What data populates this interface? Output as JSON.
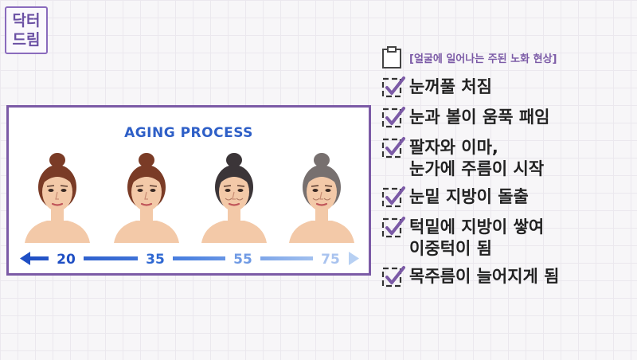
{
  "logo": {
    "line1": "닥터",
    "line2": "드림"
  },
  "panel": {
    "title": "AGING PROCESS",
    "ages": [
      "20",
      "35",
      "55",
      "75"
    ]
  },
  "notes": {
    "title": "[얼굴에 일어나는 주된 노화 현상]",
    "items": [
      {
        "line1": "눈꺼풀 처짐",
        "line2": ""
      },
      {
        "line1": "눈과 볼이 움푹 패임",
        "line2": ""
      },
      {
        "line1": "팔자와 이마,",
        "line2": "눈가에 주름이 시작"
      },
      {
        "line1": "눈밑 지방이 돌출",
        "line2": ""
      },
      {
        "line1": "턱밑에 지방이 쌓여",
        "line2": "이중턱이 됨"
      },
      {
        "line1": "목주름이 늘어지게 됨",
        "line2": ""
      }
    ]
  },
  "colors": {
    "accent": "#7b5aa6",
    "title_blue": "#2e5fc7",
    "hair": [
      "#7a3b26",
      "#7a3b26",
      "#3b3538",
      "#77706f"
    ],
    "skin": "#f3c9a8"
  }
}
